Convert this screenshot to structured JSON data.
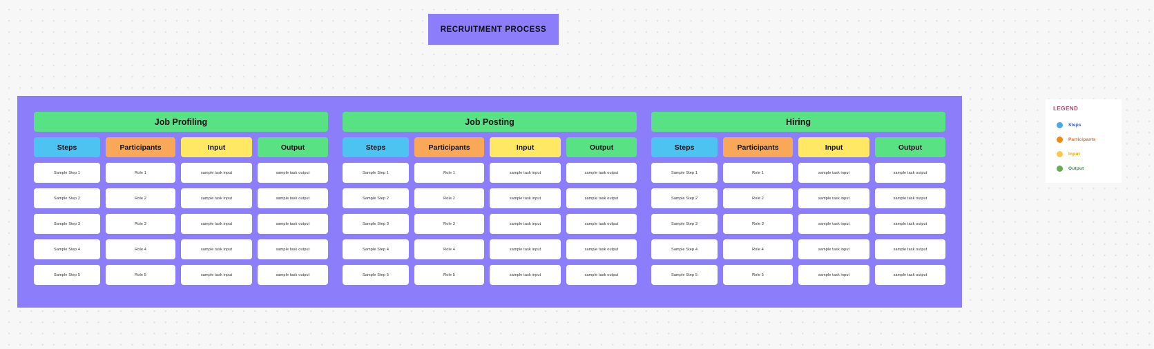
{
  "banner": {
    "title": "RECRUITMENT PROCESS"
  },
  "colors": {
    "board": "#8c7dfb",
    "banner": "#8c7dfb",
    "steps": "#4cc3f0",
    "participants": "#f9a857",
    "input": "#ffe863",
    "output": "#59e283",
    "table_title": "#59e283",
    "cell": "#ffffff",
    "legend_title": "#d6356f",
    "page_background": "#f7f7f8"
  },
  "columns": [
    "Steps",
    "Participants",
    "Input",
    "Output"
  ],
  "tables": [
    {
      "title": "Job Profiling",
      "headers": [
        "Steps",
        "Participants",
        "Input",
        "Output"
      ],
      "rows": [
        [
          "Sample Step 1",
          "Role 1",
          "sample task input",
          "sample task output"
        ],
        [
          "Sample Step 2",
          "Role 2",
          "sample task input",
          "sample task output"
        ],
        [
          "Sample Step 3",
          "Role 3",
          "sample task input",
          "sample task output"
        ],
        [
          "Sample Step 4",
          "Role 4",
          "sample task input",
          "sample task output"
        ],
        [
          "Sample Step 5",
          "Role 5",
          "sample task input",
          "sample task output"
        ]
      ]
    },
    {
      "title": "Job Posting",
      "headers": [
        "Steps",
        "Participants",
        "Input",
        "Output"
      ],
      "rows": [
        [
          "Sample Step 1",
          "Role 1",
          "sample task input",
          "sample task output"
        ],
        [
          "Sample Step 2",
          "Role 2",
          "sample task input",
          "sample task output"
        ],
        [
          "Sample Step 3",
          "Role 3",
          "sample task input",
          "sample task output"
        ],
        [
          "Sample Step 4",
          "Role 4",
          "sample task input",
          "sample task output"
        ],
        [
          "Sample Step 5",
          "Role 5",
          "sample task input",
          "sample task output"
        ]
      ]
    },
    {
      "title": "Hiring",
      "headers": [
        "Steps",
        "Participants",
        "Input",
        "Output"
      ],
      "rows": [
        [
          "Sample Step 1",
          "Role 1",
          "sample task input",
          "sample task output"
        ],
        [
          "Sample Step 2",
          "Role 2",
          "sample task input",
          "sample task output"
        ],
        [
          "Sample Step 3",
          "Role 3",
          "sample task input",
          "sample task output"
        ],
        [
          "Sample Step 4",
          "Role 4",
          "sample task input",
          "sample task output"
        ],
        [
          "Sample Step 5",
          "Role 5",
          "sample task input",
          "sample task output"
        ]
      ]
    }
  ],
  "legend": {
    "title": "LEGEND",
    "items": [
      {
        "label": "Steps",
        "color": "#4aa8e8",
        "icon": "circle-icon"
      },
      {
        "label": "Participants",
        "color": "#f2890e",
        "icon": "circle-icon"
      },
      {
        "label": "Input",
        "color": "#fbc94a",
        "icon": "circle-icon"
      },
      {
        "label": "Output",
        "color": "#6aab52",
        "icon": "circle-icon"
      }
    ]
  }
}
